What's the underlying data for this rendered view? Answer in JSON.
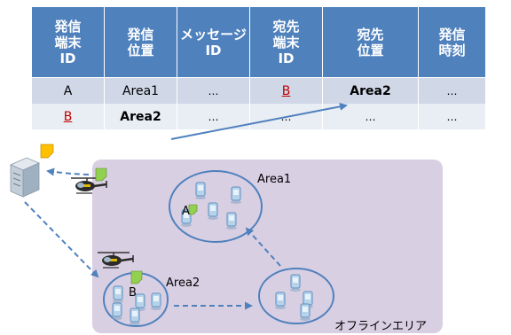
{
  "table": {
    "headers": [
      "発信\n端末\nID",
      "発信\n位置",
      "メッセージ\nID",
      "宛先\n端末\nID",
      "宛先\n位置",
      "発信\n時刻"
    ],
    "rows": [
      [
        "A",
        "Area1",
        "…",
        "B",
        "Area2",
        "…"
      ],
      [
        "B",
        "Area2",
        "…",
        "…",
        "…",
        "…"
      ]
    ]
  },
  "diagram": {
    "area1_label": "Area1",
    "area2_label": "Area2",
    "offline_label": "オフラインエリア",
    "node_a_label": "A",
    "node_b_label": "B"
  },
  "colors": {
    "header_bg": "#4f81bd",
    "row1_bg": "#d0d8e8",
    "row2_bg": "#e9edf4",
    "offline_area_bg": "#d9cfe3",
    "circle_stroke": "#4f81bd",
    "arrow": "#4f81bd",
    "highlight_text": "#c00000",
    "message_green": "#92d050",
    "message_orange": "#ffc000"
  }
}
